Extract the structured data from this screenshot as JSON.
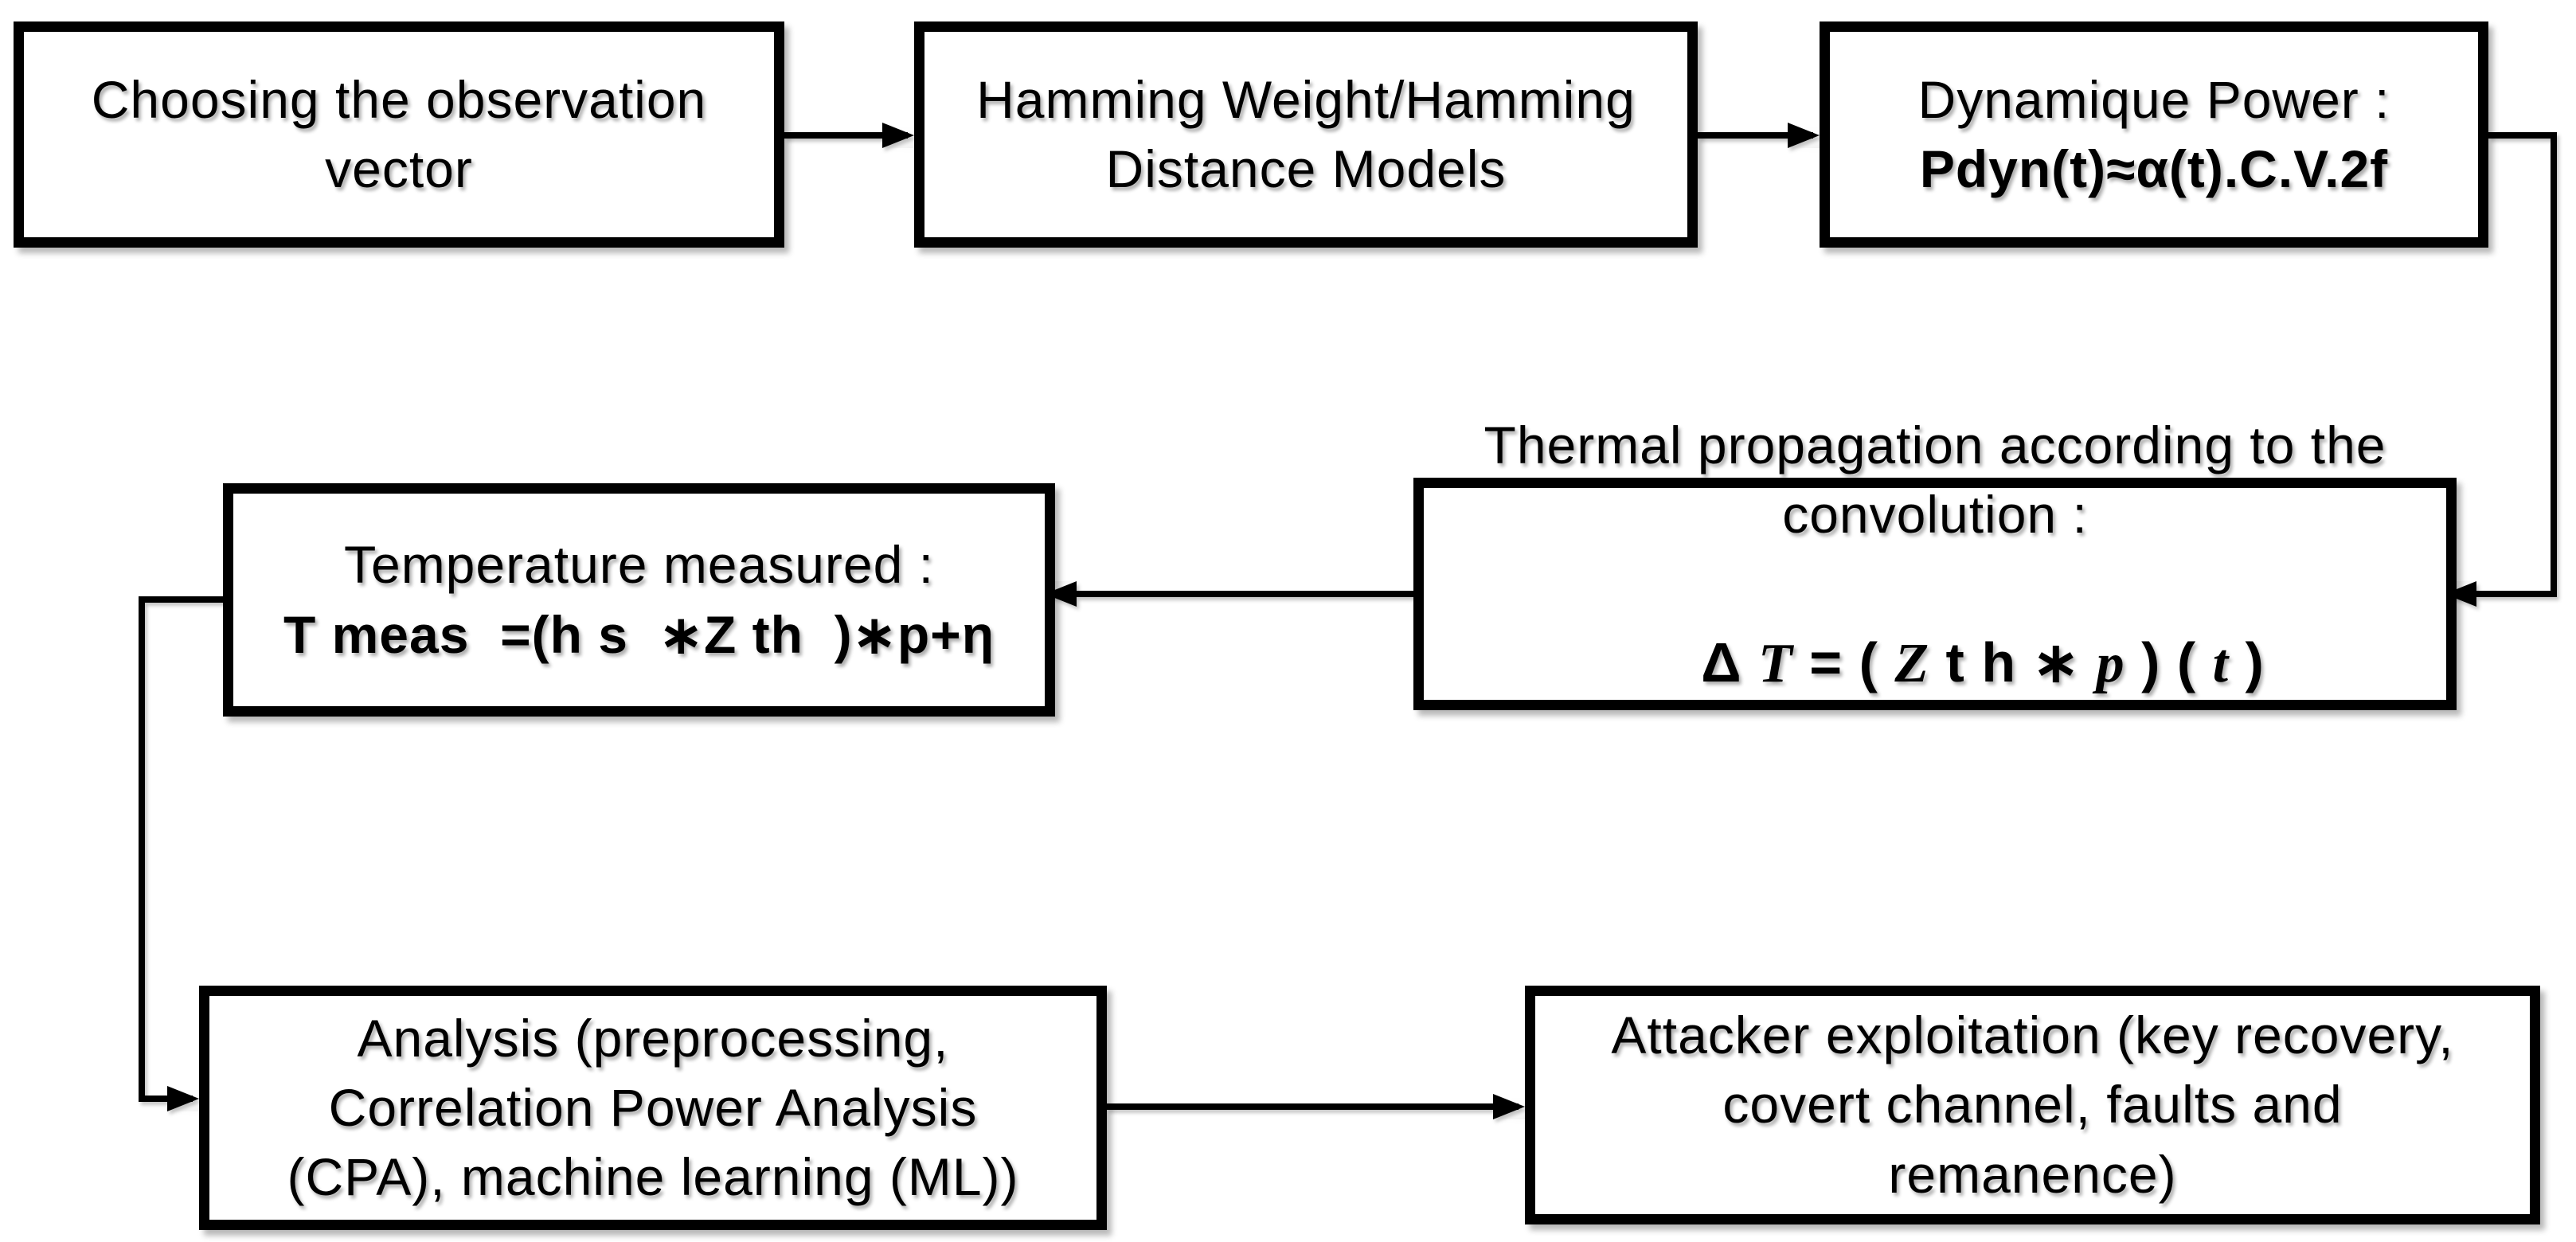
{
  "colors": {
    "background": "#ffffff",
    "box_fill": "#ffffff",
    "line": "#000000",
    "text": "#000000"
  },
  "boxes": {
    "choosing_observation_vector": {
      "lines": [
        "Choosing the observation",
        "vector"
      ]
    },
    "hamming_models": {
      "lines": [
        "Hamming Weight/Hamming",
        "Distance Models"
      ]
    },
    "dynamic_power": {
      "title": "Dynamique Power :",
      "formula": "Pdyn(t)≈α(t).C.V.2f"
    },
    "thermal_propagation": {
      "title_lines": [
        "Thermal propagation according to the",
        "convolution :"
      ],
      "formula_parts": [
        "Δ ",
        "T",
        " = ( ",
        "Z",
        " t h ",
        "∗ ",
        "p",
        " ) ( ",
        "t",
        " )"
      ]
    },
    "temperature_measured": {
      "title": "Temperature measured :",
      "formula": "T meas  =(h s  ∗Z th  )∗p+η"
    },
    "analysis": {
      "lines": [
        "Analysis (preprocessing,",
        "Correlation Power Analysis",
        "(CPA), machine learning (ML))"
      ]
    },
    "attacker_exploitation": {
      "lines": [
        "Attacker exploitation (key recovery,",
        "covert channel, faults and",
        "remanence)"
      ]
    }
  },
  "connections": [
    {
      "from": "choosing_observation_vector",
      "to": "hamming_models"
    },
    {
      "from": "hamming_models",
      "to": "dynamic_power"
    },
    {
      "from": "dynamic_power",
      "to": "thermal_propagation"
    },
    {
      "from": "thermal_propagation",
      "to": "temperature_measured"
    },
    {
      "from": "temperature_measured",
      "to": "analysis"
    },
    {
      "from": "analysis",
      "to": "attacker_exploitation"
    }
  ]
}
